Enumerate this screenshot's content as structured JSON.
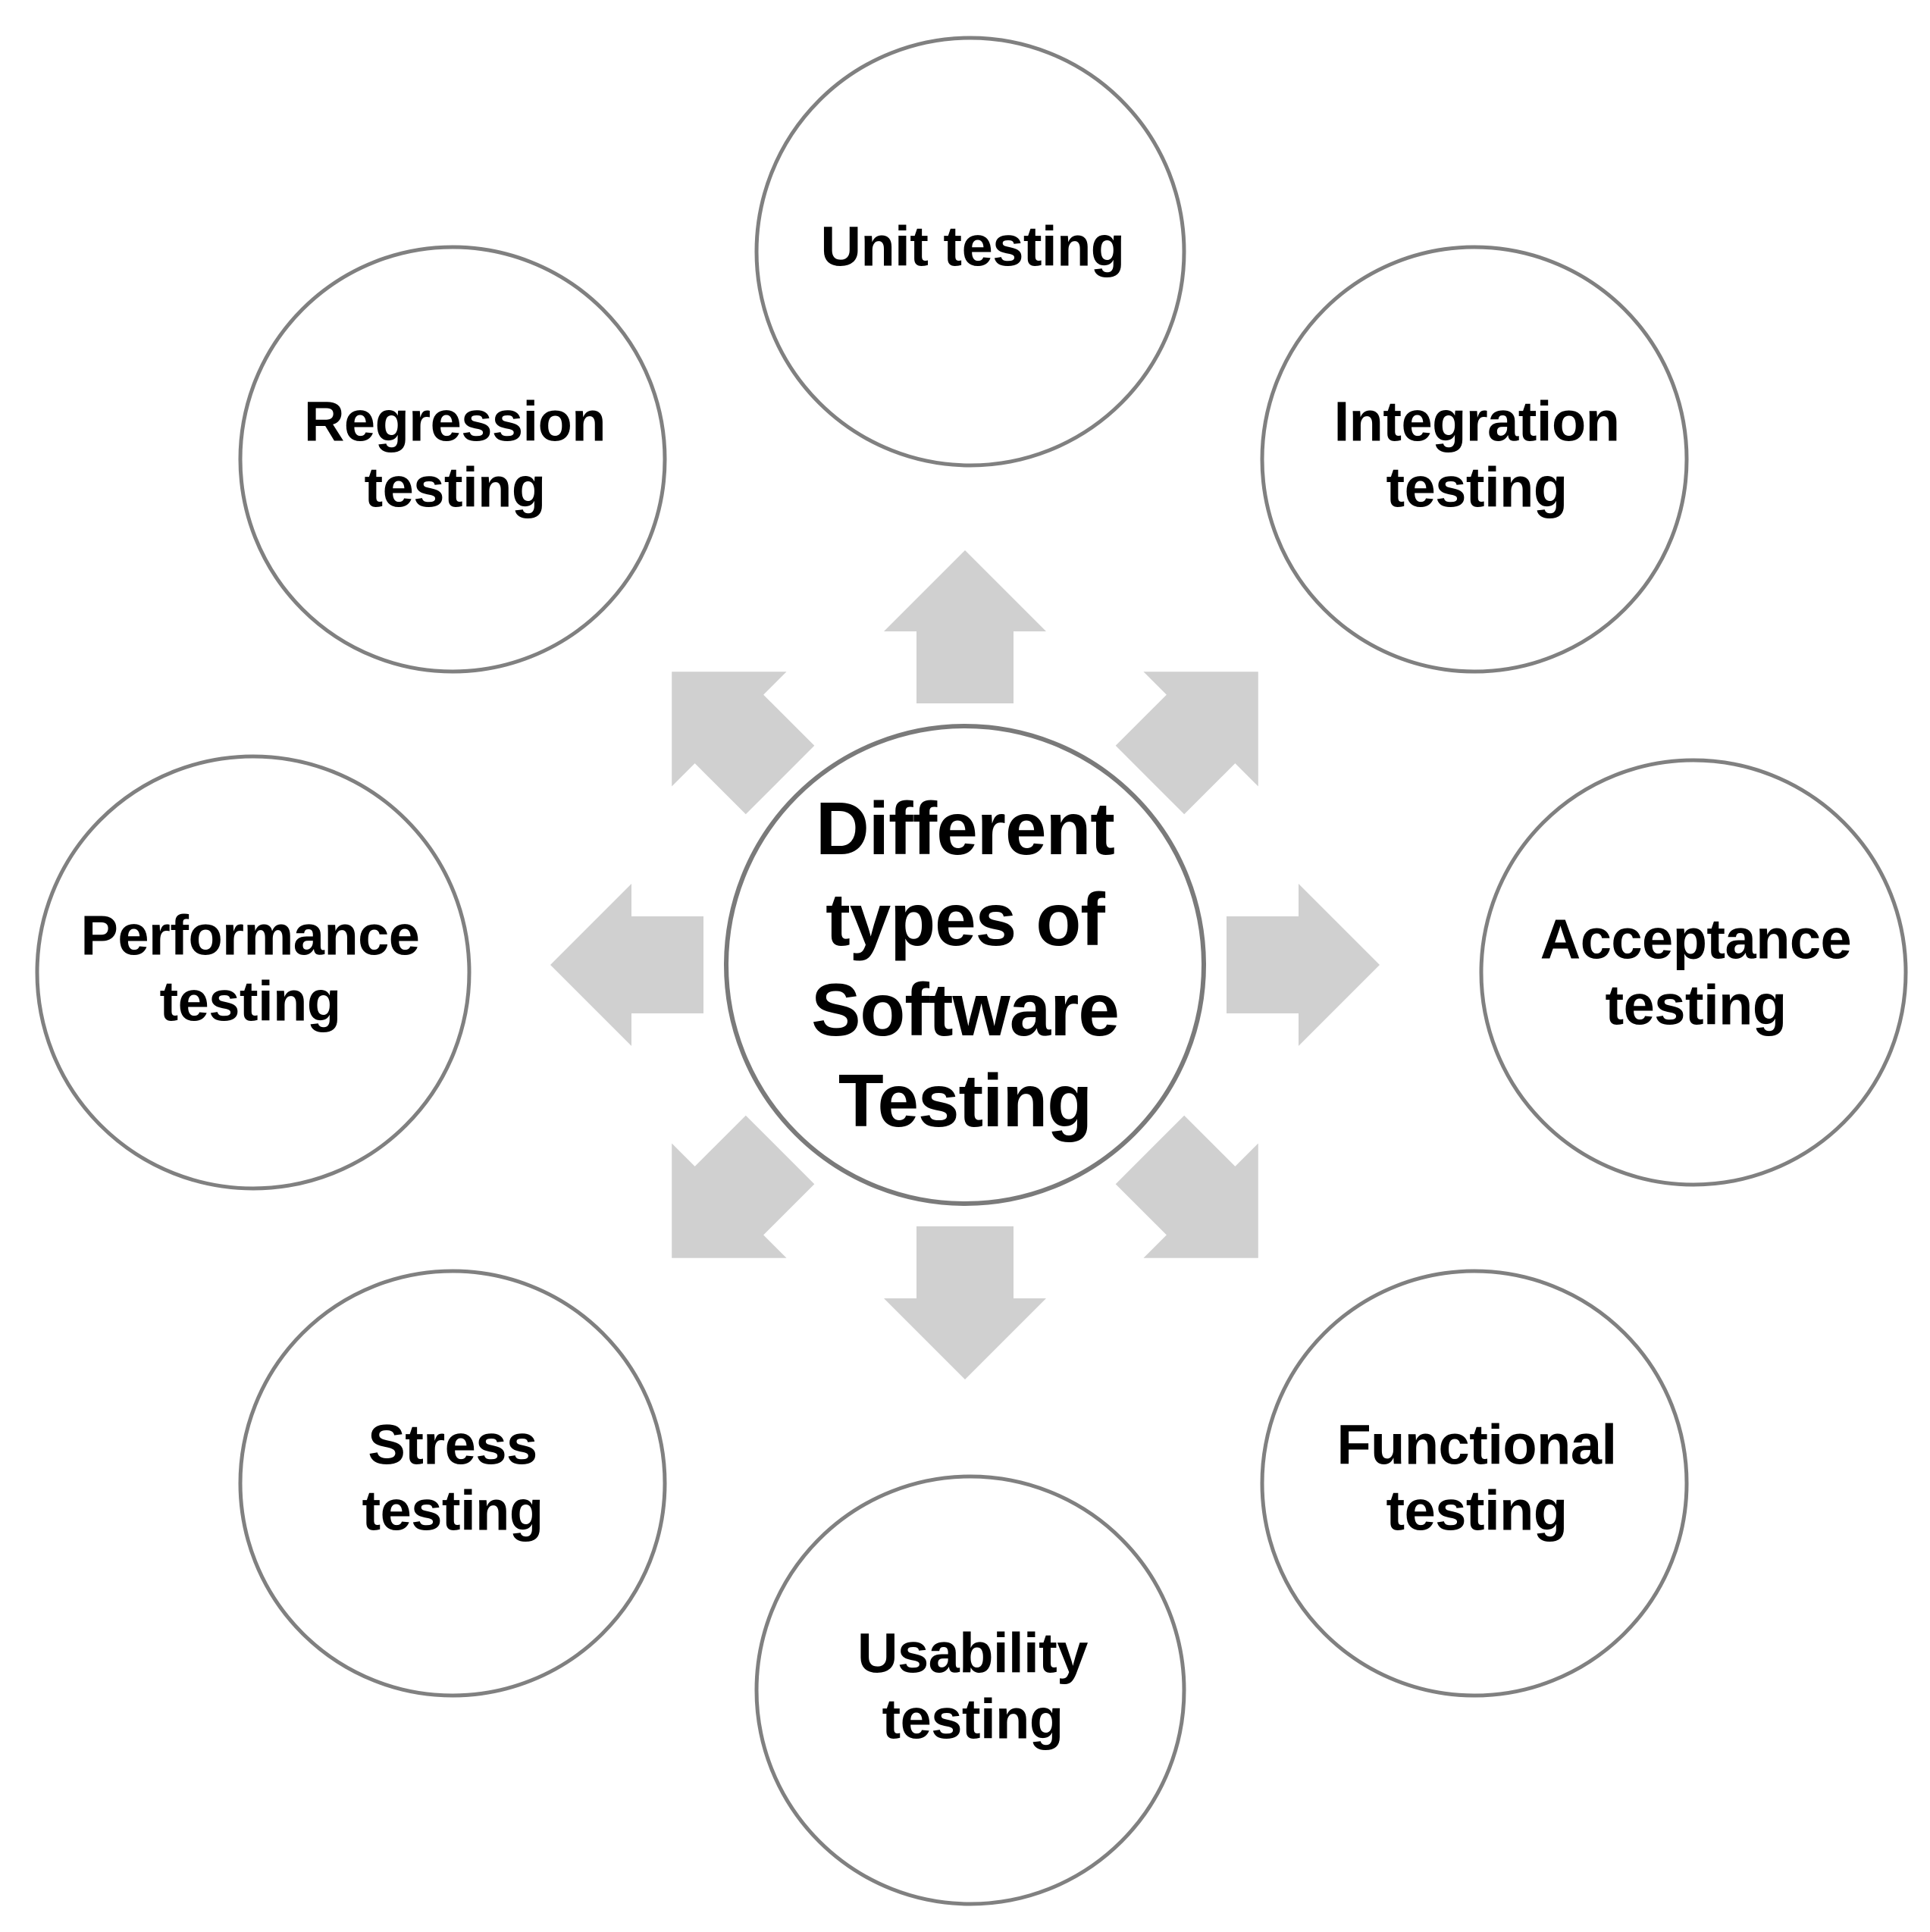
{
  "title": "Different types of Software Testing",
  "colors": {
    "background": "#ffffff",
    "circle_stroke": "#808080",
    "arrow_fill": "#d0d0d0",
    "text": "#000000"
  },
  "center": {
    "label": "Different\ntypes of\nSoftware\nTesting",
    "label_plain": "Different types of Software Testing"
  },
  "nodes": [
    {
      "id": "unit",
      "label": "Unit testing",
      "position": "top"
    },
    {
      "id": "integration",
      "label": "Integration\ntesting",
      "position": "top-right"
    },
    {
      "id": "acceptance",
      "label": "Acceptance\ntesting",
      "position": "right"
    },
    {
      "id": "functional",
      "label": "Functional\ntesting",
      "position": "bottom-right"
    },
    {
      "id": "usability",
      "label": "Usability\ntesting",
      "position": "bottom"
    },
    {
      "id": "stress",
      "label": "Stress\ntesting",
      "position": "bottom-left"
    },
    {
      "id": "performance",
      "label": "Performance\ntesting",
      "position": "left"
    },
    {
      "id": "regression",
      "label": "Regression\ntesting",
      "position": "top-left"
    }
  ],
  "arrows": [
    {
      "id": "arrow-up",
      "direction": "up",
      "points_to": "unit"
    },
    {
      "id": "arrow-up-right",
      "direction": "up-right",
      "points_to": "integration"
    },
    {
      "id": "arrow-right",
      "direction": "right",
      "points_to": "acceptance"
    },
    {
      "id": "arrow-down-right",
      "direction": "down-right",
      "points_to": "functional"
    },
    {
      "id": "arrow-down",
      "direction": "down",
      "points_to": "usability"
    },
    {
      "id": "arrow-down-left",
      "direction": "down-left",
      "points_to": "stress"
    },
    {
      "id": "arrow-left",
      "direction": "left",
      "points_to": "performance"
    },
    {
      "id": "arrow-up-left",
      "direction": "up-left",
      "points_to": "regression"
    }
  ]
}
